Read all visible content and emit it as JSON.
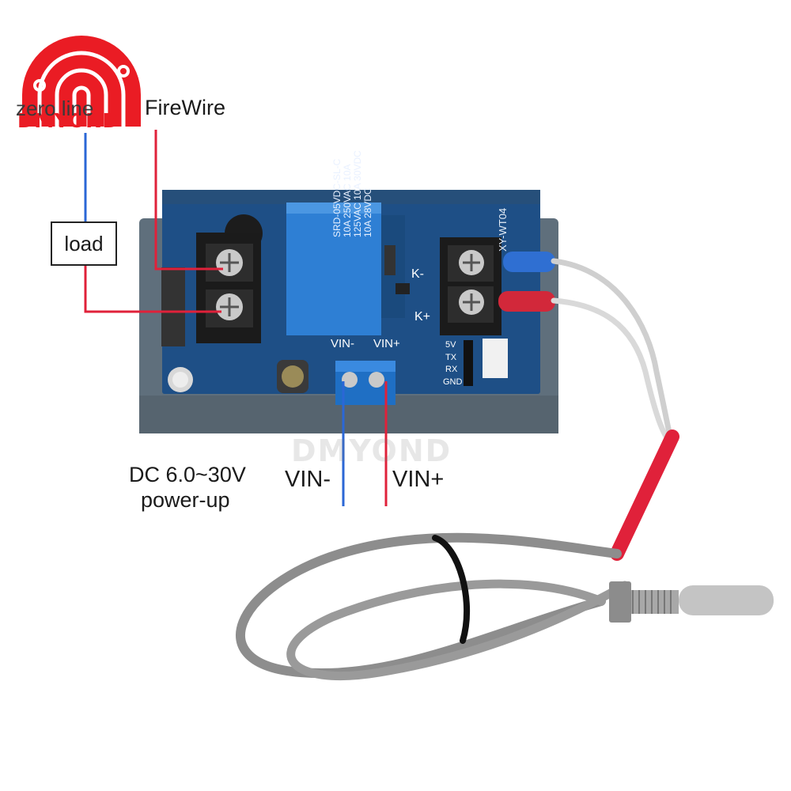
{
  "brand": {
    "name": "DMYOND",
    "color": "#ea1c24"
  },
  "labels": {
    "zero_line": "zero line",
    "fire_wire": "FireWire",
    "load": "load",
    "dc_range": "DC 6.0~30V",
    "power_up": "power-up",
    "vin_minus": "VIN-",
    "vin_plus": "VIN+"
  },
  "board": {
    "terminal_vin_minus": "VIN-",
    "terminal_vin_plus": "VIN+",
    "k_minus": "K-",
    "k_plus": "K+",
    "pin_5v": "5V",
    "pin_tx": "TX",
    "pin_rx": "RX",
    "pin_gnd": "GND",
    "model": "XY-WT04",
    "relay_model": "SRD-05VDC-SL-C",
    "relay_rating": "10A 250VAC 10A 125VAC 10A 30VDC 10A 28VDC"
  },
  "watermark": "DMYOND",
  "wire_colors": {
    "neutral": "#2b67d6",
    "live": "#e0213a"
  }
}
